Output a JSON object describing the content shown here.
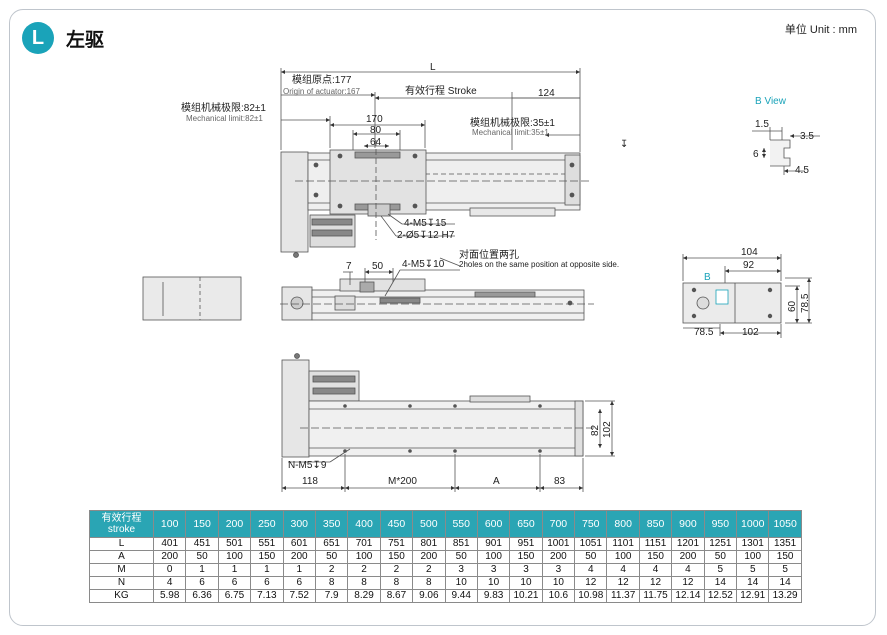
{
  "header": {
    "badge": "L",
    "title": "左驱",
    "unit": "单位 Unit : mm"
  },
  "colors": {
    "accent": "#1aa3b9",
    "table_head": "#2aa5b4"
  },
  "top_view": {
    "L": "L",
    "origin_cn": "模组原点:177",
    "origin_en": "Origin of actuator:167",
    "stroke": "有效行程  Stroke",
    "dim_124": "124",
    "mech_left_cn": "模组机械极限:82±1",
    "mech_left_en": "Mechanical limit:82±1",
    "mech_right_cn": "模组机械极限:35±1",
    "mech_right_en": "Mechanical limit:35±1",
    "dim_170": "170",
    "dim_80": "80",
    "dim_64": "64",
    "hole_a": "4-M5↧15",
    "hole_b": "2-Ø5↧12 H7",
    "depth_mark": "↧"
  },
  "b_view": {
    "title": "B  View",
    "d1": "1.5",
    "d2": "3.5",
    "d3": "6",
    "d4": "4.5"
  },
  "side_view": {
    "d7": "7",
    "d50": "50",
    "hole_m5": "4-M5↧10",
    "opp_cn": "对面位置两孔",
    "opp_en": "2holes on the same position at opposite side."
  },
  "end_view": {
    "d104": "104",
    "d92": "92",
    "d60": "60",
    "d785v": "78.5",
    "d785h": "78.5",
    "d102": "102",
    "b": "B"
  },
  "bottom_view": {
    "nm5": "N-M5↧9",
    "d118": "118",
    "m200": "M*200",
    "a": "A",
    "d83": "83",
    "d82": "82",
    "d102": "102"
  },
  "table": {
    "header_label": [
      "有效行程",
      "stroke"
    ],
    "strokes": [
      "100",
      "150",
      "200",
      "250",
      "300",
      "350",
      "400",
      "450",
      "500",
      "550",
      "600",
      "650",
      "700",
      "750",
      "800",
      "850",
      "900",
      "950",
      "1000",
      "1050"
    ],
    "rows": [
      {
        "label": "L",
        "values": [
          "401",
          "451",
          "501",
          "551",
          "601",
          "651",
          "701",
          "751",
          "801",
          "851",
          "901",
          "951",
          "1001",
          "1051",
          "1101",
          "1151",
          "1201",
          "1251",
          "1301",
          "1351"
        ]
      },
      {
        "label": "A",
        "values": [
          "200",
          "50",
          "100",
          "150",
          "200",
          "50",
          "100",
          "150",
          "200",
          "50",
          "100",
          "150",
          "200",
          "50",
          "100",
          "150",
          "200",
          "50",
          "100",
          "150"
        ]
      },
      {
        "label": "M",
        "values": [
          "0",
          "1",
          "1",
          "1",
          "1",
          "2",
          "2",
          "2",
          "2",
          "3",
          "3",
          "3",
          "3",
          "4",
          "4",
          "4",
          "4",
          "5",
          "5",
          "5"
        ]
      },
      {
        "label": "N",
        "values": [
          "4",
          "6",
          "6",
          "6",
          "6",
          "8",
          "8",
          "8",
          "8",
          "10",
          "10",
          "10",
          "10",
          "12",
          "12",
          "12",
          "12",
          "14",
          "14",
          "14"
        ]
      },
      {
        "label": "KG",
        "values": [
          "5.98",
          "6.36",
          "6.75",
          "7.13",
          "7.52",
          "7.9",
          "8.29",
          "8.67",
          "9.06",
          "9.44",
          "9.83",
          "10.21",
          "10.6",
          "10.98",
          "11.37",
          "11.75",
          "12.14",
          "12.52",
          "12.91",
          "13.29"
        ]
      }
    ]
  }
}
